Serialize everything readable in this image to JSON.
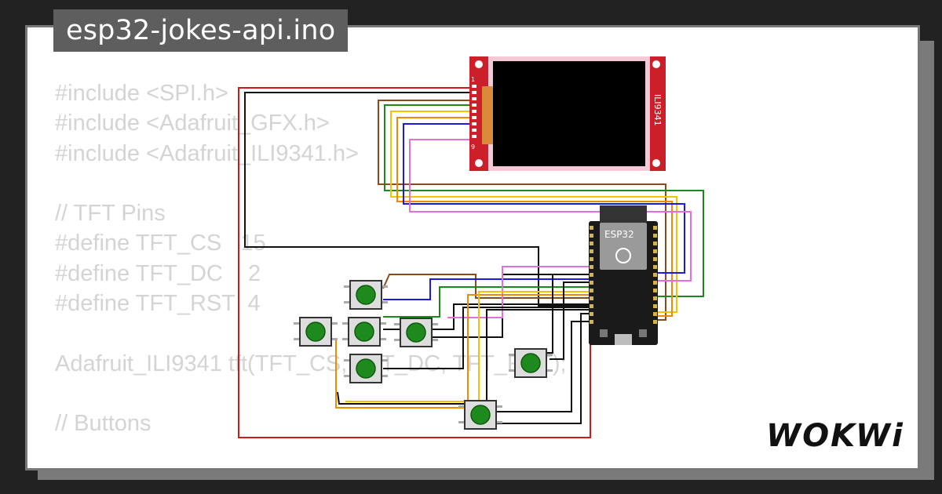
{
  "title": "esp32-jokes-api.ino",
  "code_lines": [
    "#include <SPI.h>",
    "#include <Adafruit_GFX.h>",
    "#include <Adafruit_ILI9341.h>",
    "",
    "// TFT Pins",
    "#define TFT_CS   15",
    "#define TFT_DC    2",
    "#define TFT_RST  4",
    "",
    "Adafruit_ILI9341 tft(TFT_CS, TFT_DC, TFT_RST);",
    "",
    "// Buttons"
  ],
  "display": {
    "label": "ILI9341",
    "pin_first": "1",
    "pin_last": "9"
  },
  "board": {
    "label": "ESP32"
  },
  "logo": "WOKWi",
  "colors": {
    "background": "#222222",
    "card": "#ffffff",
    "code_text": "#d4d4d4",
    "wire_red": "#d11818",
    "wire_black": "#111111",
    "wire_brown": "#8b4a1c",
    "wire_green": "#1a8a1a",
    "wire_yellow": "#f0c400",
    "wire_orange": "#f08a00",
    "wire_blue": "#1a1ae0",
    "wire_pink": "#e070e0",
    "button_cap": "#1e8a1e"
  }
}
